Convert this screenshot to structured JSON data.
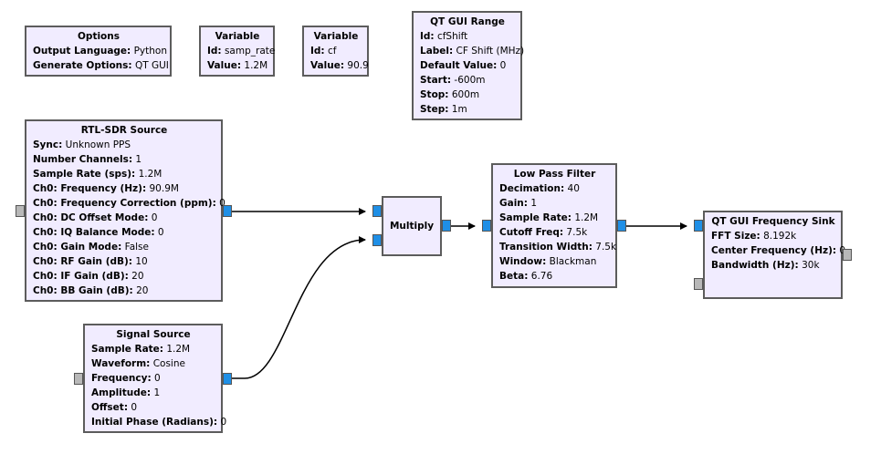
{
  "options_block": {
    "title": "Options",
    "params": [
      {
        "k": "Output Language:",
        "v": " Python"
      },
      {
        "k": "Generate Options:",
        "v": " QT GUI"
      }
    ]
  },
  "variable_samp_rate": {
    "title": "Variable",
    "params": [
      {
        "k": "Id:",
        "v": " samp_rate"
      },
      {
        "k": "Value:",
        "v": " 1.2M"
      }
    ]
  },
  "variable_cf": {
    "title": "Variable",
    "params": [
      {
        "k": "Id:",
        "v": " cf"
      },
      {
        "k": "Value:",
        "v": " 90.9"
      }
    ]
  },
  "qt_gui_range": {
    "title": "QT GUI Range",
    "params": [
      {
        "k": "Id:",
        "v": " cfShift"
      },
      {
        "k": "Label:",
        "v": " CF Shift (MHz)"
      },
      {
        "k": "Default Value:",
        "v": " 0"
      },
      {
        "k": "Start:",
        "v": " -600m"
      },
      {
        "k": "Stop:",
        "v": " 600m"
      },
      {
        "k": "Step:",
        "v": " 1m"
      }
    ]
  },
  "rtl_sdr_source": {
    "title": "RTL-SDR Source",
    "params": [
      {
        "k": "Sync:",
        "v": " Unknown PPS"
      },
      {
        "k": "Number Channels:",
        "v": " 1"
      },
      {
        "k": "Sample Rate (sps):",
        "v": " 1.2M"
      },
      {
        "k": "Ch0: Frequency (Hz):",
        "v": " 90.9M"
      },
      {
        "k": "Ch0: Frequency Correction (ppm):",
        "v": " 0"
      },
      {
        "k": "Ch0: DC Offset Mode:",
        "v": " 0"
      },
      {
        "k": "Ch0: IQ Balance Mode:",
        "v": " 0"
      },
      {
        "k": "Ch0: Gain Mode:",
        "v": " False"
      },
      {
        "k": "Ch0: RF Gain (dB):",
        "v": " 10"
      },
      {
        "k": "Ch0: IF Gain (dB):",
        "v": " 20"
      },
      {
        "k": "Ch0: BB Gain (dB):",
        "v": " 20"
      }
    ]
  },
  "signal_source": {
    "title": "Signal Source",
    "params": [
      {
        "k": "Sample Rate:",
        "v": " 1.2M"
      },
      {
        "k": "Waveform:",
        "v": " Cosine"
      },
      {
        "k": "Frequency:",
        "v": " 0"
      },
      {
        "k": "Amplitude:",
        "v": " 1"
      },
      {
        "k": "Offset:",
        "v": " 0"
      },
      {
        "k": "Initial Phase (Radians):",
        "v": " 0"
      }
    ]
  },
  "multiply": {
    "title": "Multiply"
  },
  "low_pass_filter": {
    "title": "Low Pass Filter",
    "params": [
      {
        "k": "Decimation:",
        "v": " 40"
      },
      {
        "k": "Gain:",
        "v": " 1"
      },
      {
        "k": "Sample Rate:",
        "v": " 1.2M"
      },
      {
        "k": "Cutoff Freq:",
        "v": " 7.5k"
      },
      {
        "k": "Transition Width:",
        "v": " 7.5k"
      },
      {
        "k": "Window:",
        "v": " Blackman"
      },
      {
        "k": "Beta:",
        "v": " 6.76"
      }
    ]
  },
  "qt_gui_freq_sink": {
    "title": "QT GUI Frequency Sink",
    "params": [
      {
        "k": "FFT Size:",
        "v": " 8.192k"
      },
      {
        "k": "Center Frequency (Hz):",
        "v": " 0"
      },
      {
        "k": "Bandwidth (Hz):",
        "v": " 30k"
      }
    ]
  },
  "colors": {
    "block_fill": "#f1ecff",
    "block_border": "#5c5c5c",
    "stream_port": "#1f8fe6",
    "message_port": "#b8b8b8",
    "wire": "#000000"
  }
}
